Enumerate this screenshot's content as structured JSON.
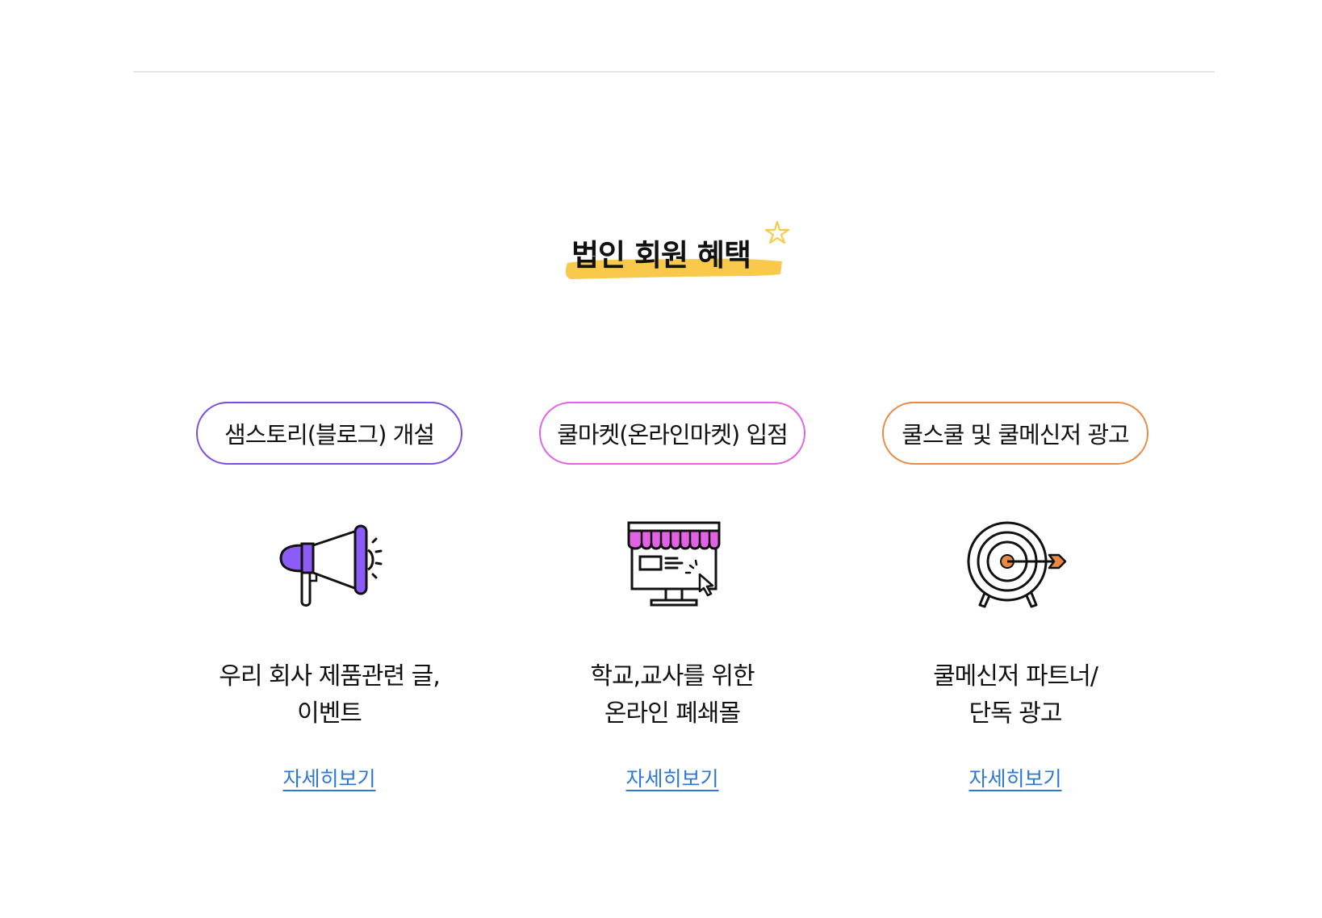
{
  "section": {
    "title": "법인 회원 혜택"
  },
  "colors": {
    "highlight": "#f8c94a",
    "violet": "#7c4dde",
    "pink": "#e162e3",
    "orange": "#e98a44",
    "link": "#2d77d6"
  },
  "cards": [
    {
      "pill_label": "샘스토리(블로그) 개설",
      "icon": "megaphone-icon",
      "desc_line1": "우리 회사 제품관련 글,",
      "desc_line2": "이벤트",
      "link_label": "자세히보기"
    },
    {
      "pill_label": "쿨마켓(온라인마켓) 입점",
      "icon": "storefront-monitor-icon",
      "desc_line1": "학교,교사를 위한",
      "desc_line2": "온라인 폐쇄몰",
      "link_label": "자세히보기"
    },
    {
      "pill_label": "쿨스쿨 및 쿨메신저 광고",
      "icon": "target-arrow-icon",
      "desc_line1": "쿨메신저 파트너/",
      "desc_line2": "단독 광고",
      "link_label": "자세히보기"
    }
  ]
}
